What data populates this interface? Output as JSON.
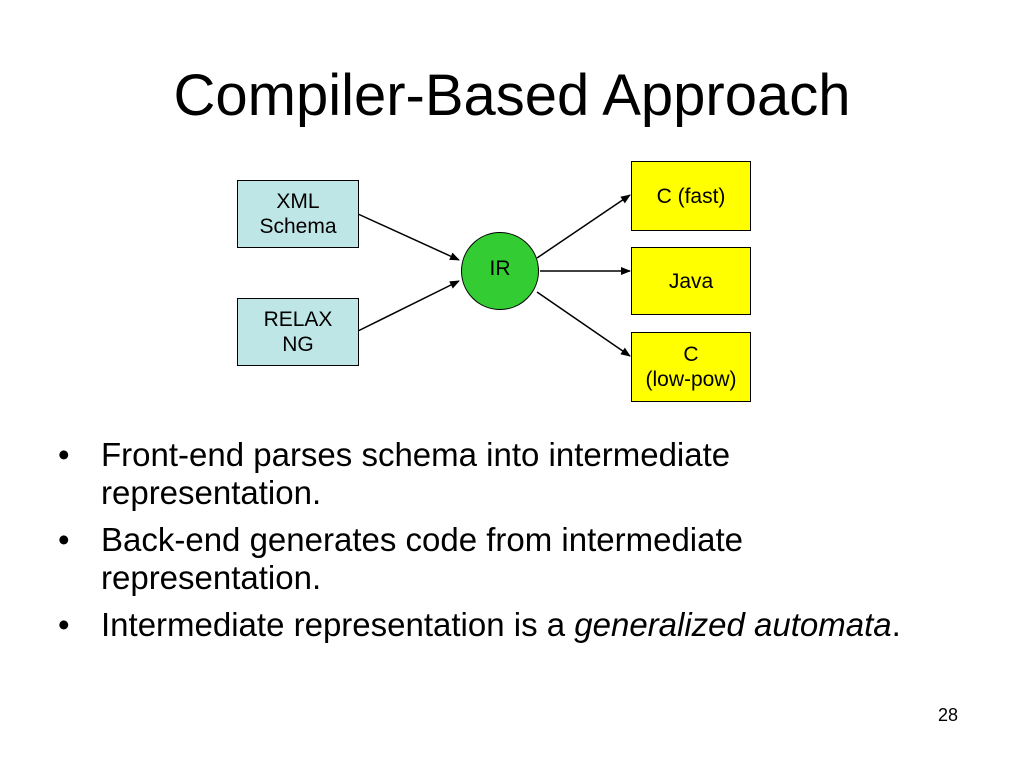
{
  "slide": {
    "title": "Compiler-Based Approach",
    "page_number": "28"
  },
  "diagram": {
    "sources": [
      {
        "line1": "XML",
        "line2": "Schema"
      },
      {
        "line1": "RELAX",
        "line2": "NG"
      }
    ],
    "center": "IR",
    "targets": [
      {
        "line1": "C (fast)",
        "line2": ""
      },
      {
        "line1": "Java",
        "line2": ""
      },
      {
        "line1": "C",
        "line2": "(low-pow)"
      }
    ],
    "colors": {
      "source_fill": "#bfe6e6",
      "target_fill": "#ffff00",
      "center_fill": "#33cc33"
    }
  },
  "bullets": [
    {
      "text": "Front-end parses schema into intermediate representation."
    },
    {
      "text": "Back-end generates code from intermediate representation."
    },
    {
      "text_plain": "Intermediate representation is a ",
      "text_italic": "generalized automata",
      "text_end": "."
    }
  ]
}
